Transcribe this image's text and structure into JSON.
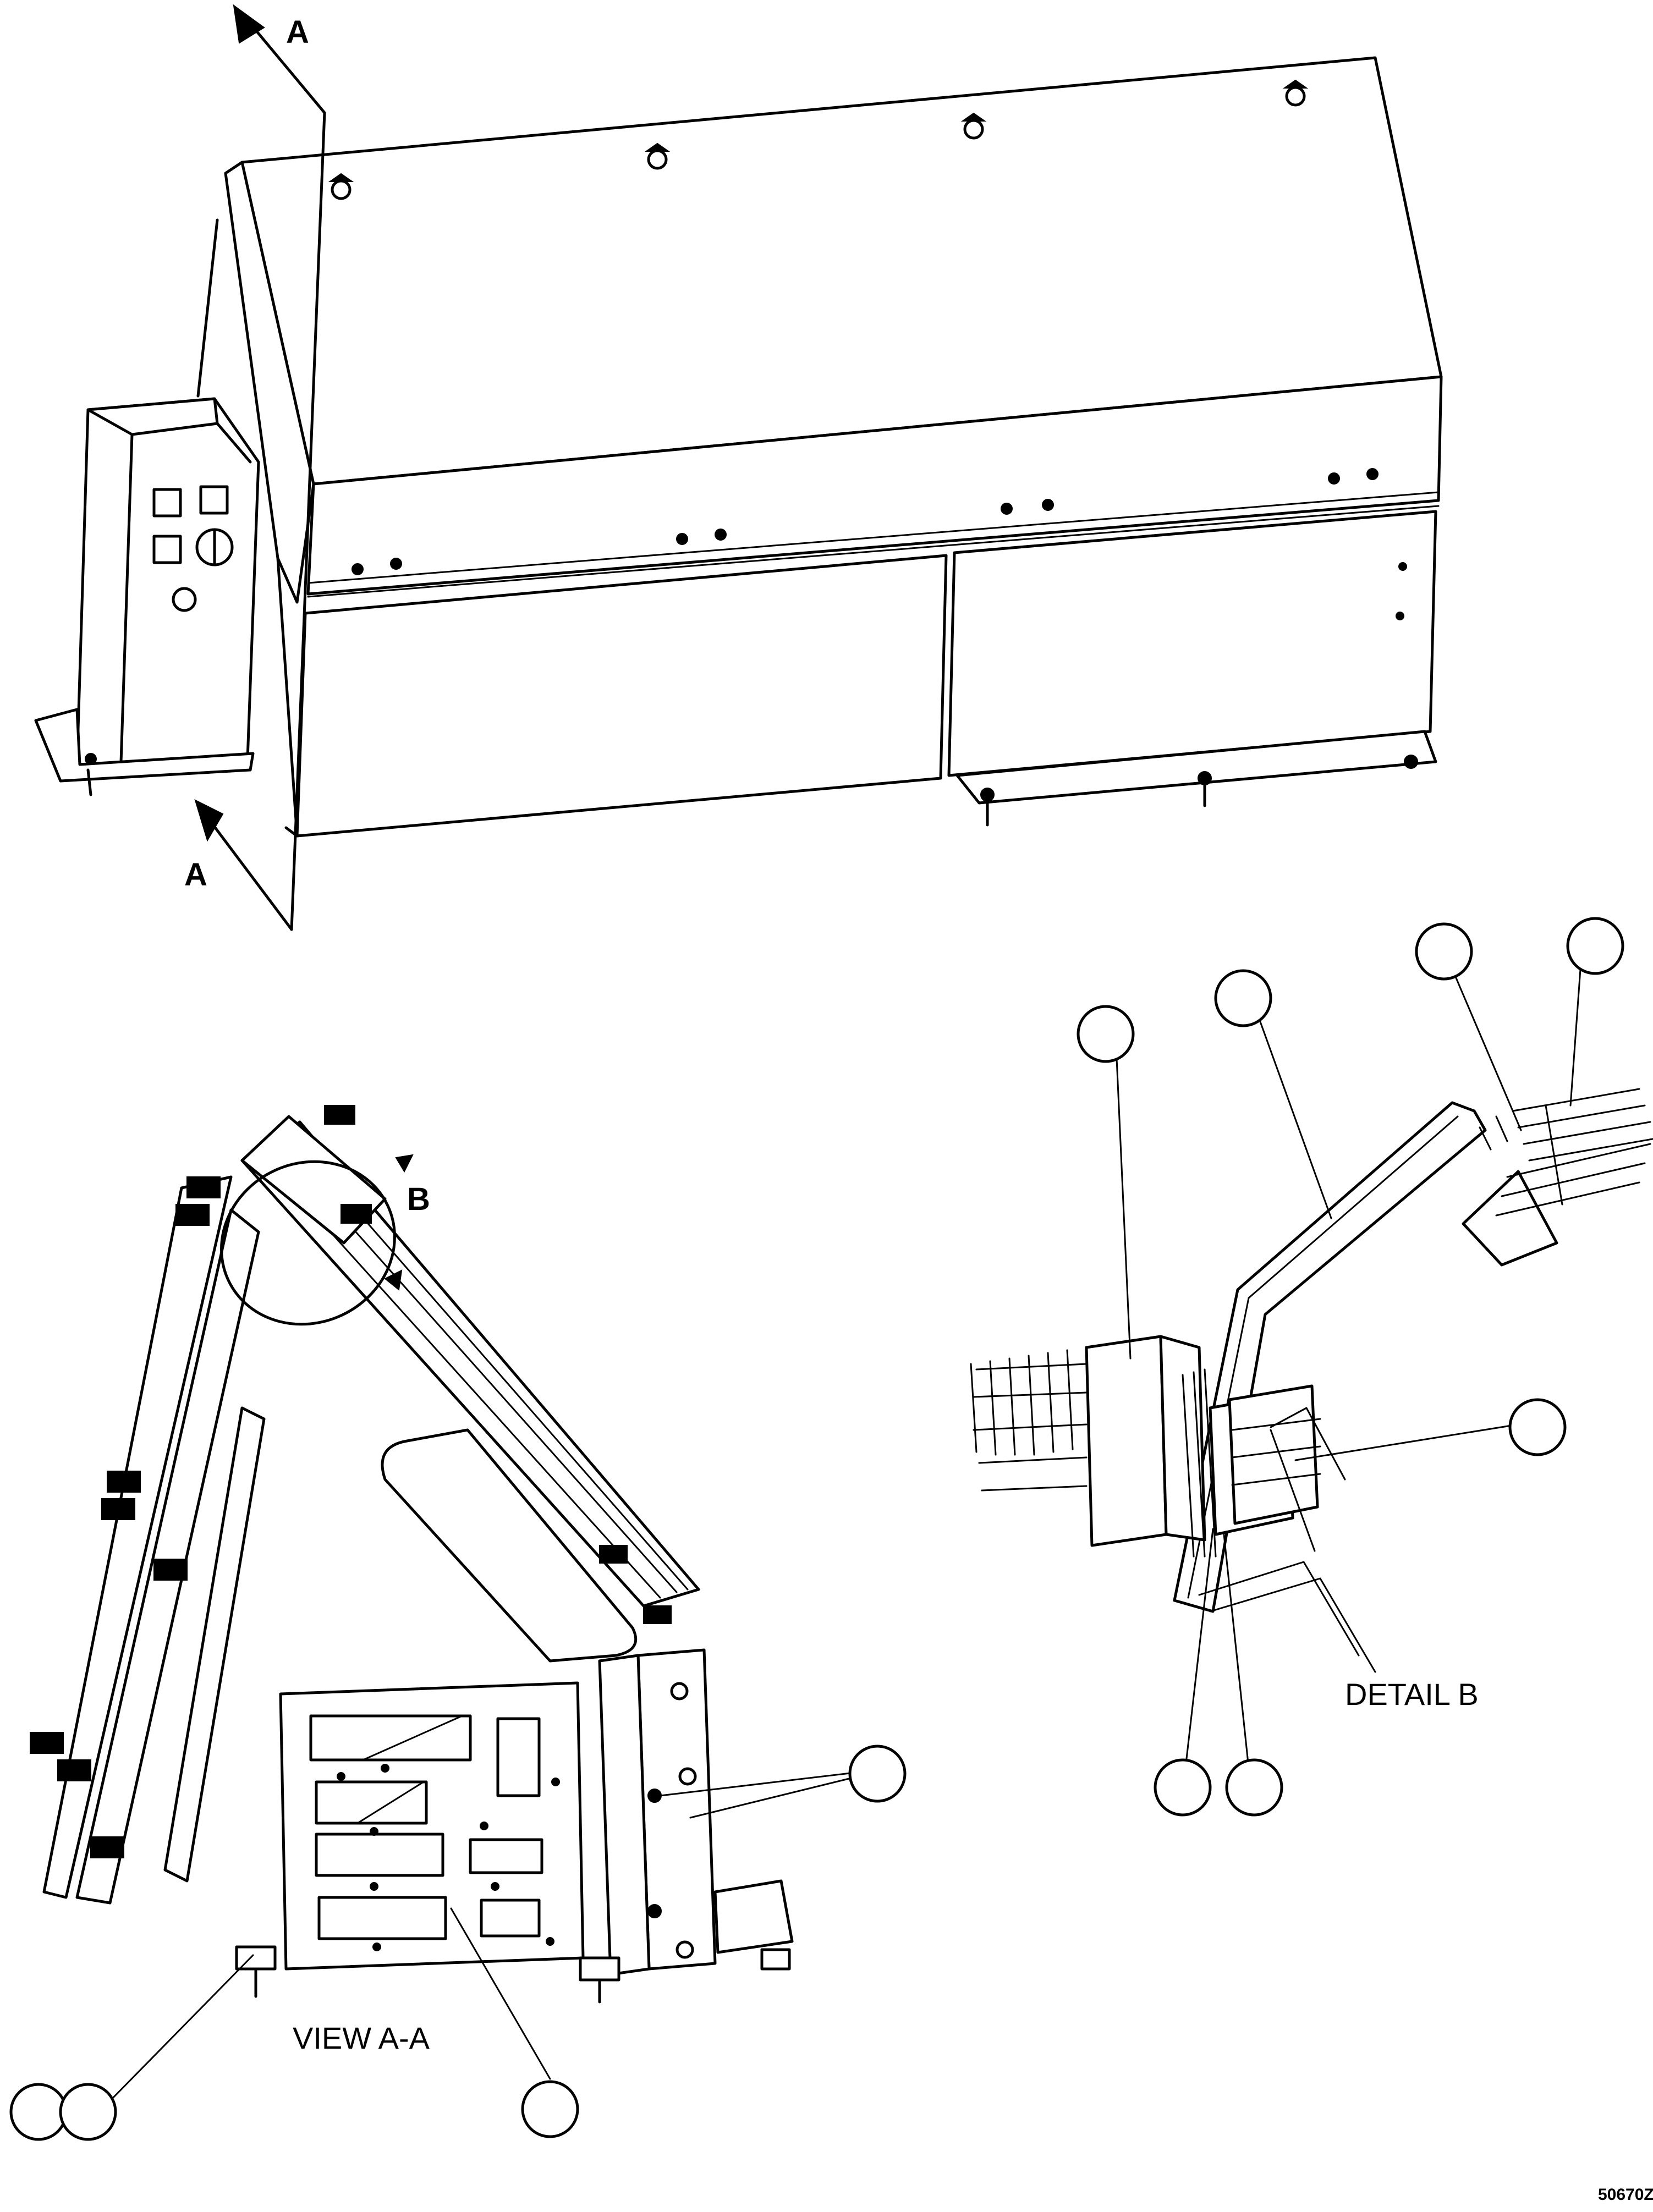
{
  "labels": {
    "section_mark_top": "A",
    "section_mark_bottom": "A",
    "detail_mark": "B",
    "view_caption": "VIEW A-A",
    "detail_caption": "DETAIL B",
    "figure_number": "50670Z"
  },
  "callouts": {
    "bubble_count": 11,
    "numbers_shown": false
  }
}
